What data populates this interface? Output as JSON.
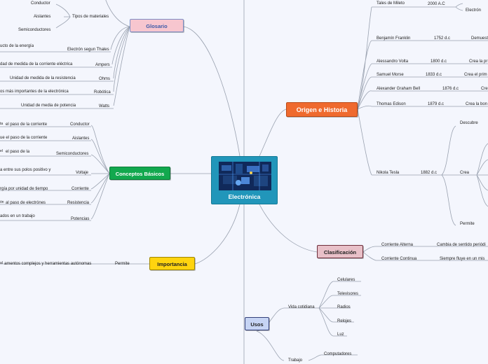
{
  "center": {
    "title": "Electrónica",
    "image": "circuit-board-image"
  },
  "colors": {
    "glosario": "#f7c6cf",
    "origen": "#ef6a2e",
    "conceptos": "#12a84e",
    "clasificacion": "#e8c0c8",
    "importancia": "#ffd40f",
    "usos": "#c6d4f4"
  },
  "glosario": {
    "title": "Glosario",
    "tipos": {
      "label": "Tipos de materiales",
      "items": [
        "Conductor",
        "Aislantes",
        "Semiconductores"
      ]
    },
    "items": [
      {
        "term": "Electrón segun Thales",
        "desc": "ucto de la energía"
      },
      {
        "term": "Ampers",
        "desc": "dad de medida de la corriente eléctrica"
      },
      {
        "term": "Ohms",
        "desc": "Unidad de medida de la resistencia"
      },
      {
        "term": "Robótica",
        "desc": "os más importantes de la electrónica"
      },
      {
        "term": "Watts",
        "desc": "Unidad de media de potencia"
      }
    ]
  },
  "conceptos": {
    "title": "Conceptos Básicos",
    "items": [
      {
        "term": "Conductor",
        "desc": "el paso de la corriente",
        "prefix": "ta"
      },
      {
        "term": "Aislantes",
        "desc": "ue el paso de la corriente"
      },
      {
        "term": "Semiconductores",
        "desc": "el paso de la",
        "prefix": "el"
      },
      {
        "term": "Voltaje",
        "desc": "a entre sus polos positivo y"
      },
      {
        "term": "Corriente",
        "desc": "rgía por unidad de tiempo"
      },
      {
        "term": "Resistencia",
        "desc": "al paso de electrónes",
        "prefix": "ón"
      },
      {
        "term": "Potencias",
        "desc": "ados en un trabajo"
      }
    ]
  },
  "importancia": {
    "title": "Importancia",
    "label": "Permite",
    "desc": "amentos complejos y herramientas autónomas",
    "prefix": "al"
  },
  "origen": {
    "title": "Origen e Historia",
    "items": [
      {
        "name": "Tales de Mileto",
        "date": "2000 A.C",
        "extra": "Electrón"
      },
      {
        "name": "Benjamín Franklin",
        "date": "1752 d.c",
        "extra": "Demuest"
      },
      {
        "name": "Alessandro Volta",
        "date": "1800 d.c",
        "extra": "Crea la pr"
      },
      {
        "name": "Samuel Morse",
        "date": "1833 d.c",
        "extra": "Crea el prim"
      },
      {
        "name": "Alexander Graham Bell",
        "date": "1876 d.c",
        "extra": "Cre"
      },
      {
        "name": "Thomas Edison",
        "date": "1879 d.c",
        "extra": "Crea la bon"
      },
      {
        "name": "Nikola Tesla",
        "date": "1882 d.c",
        "sub": [
          "Descubre",
          "Crea",
          "Permite"
        ]
      }
    ]
  },
  "clasificacion": {
    "title": "Clasificación",
    "items": [
      {
        "name": "Corriente Alterna",
        "desc": "Cambia de sentido periódi"
      },
      {
        "name": "Corriente Continua",
        "desc": "Siempre fluye en un mis"
      }
    ]
  },
  "usos": {
    "title": "Usos",
    "vida": {
      "label": "Vida cotidiana",
      "items": [
        "Celulares",
        "Televisores",
        "Radios",
        "Relojes",
        "Luz"
      ]
    },
    "trabajo": {
      "label": "Trabajo",
      "items": [
        "Computadores"
      ]
    }
  }
}
